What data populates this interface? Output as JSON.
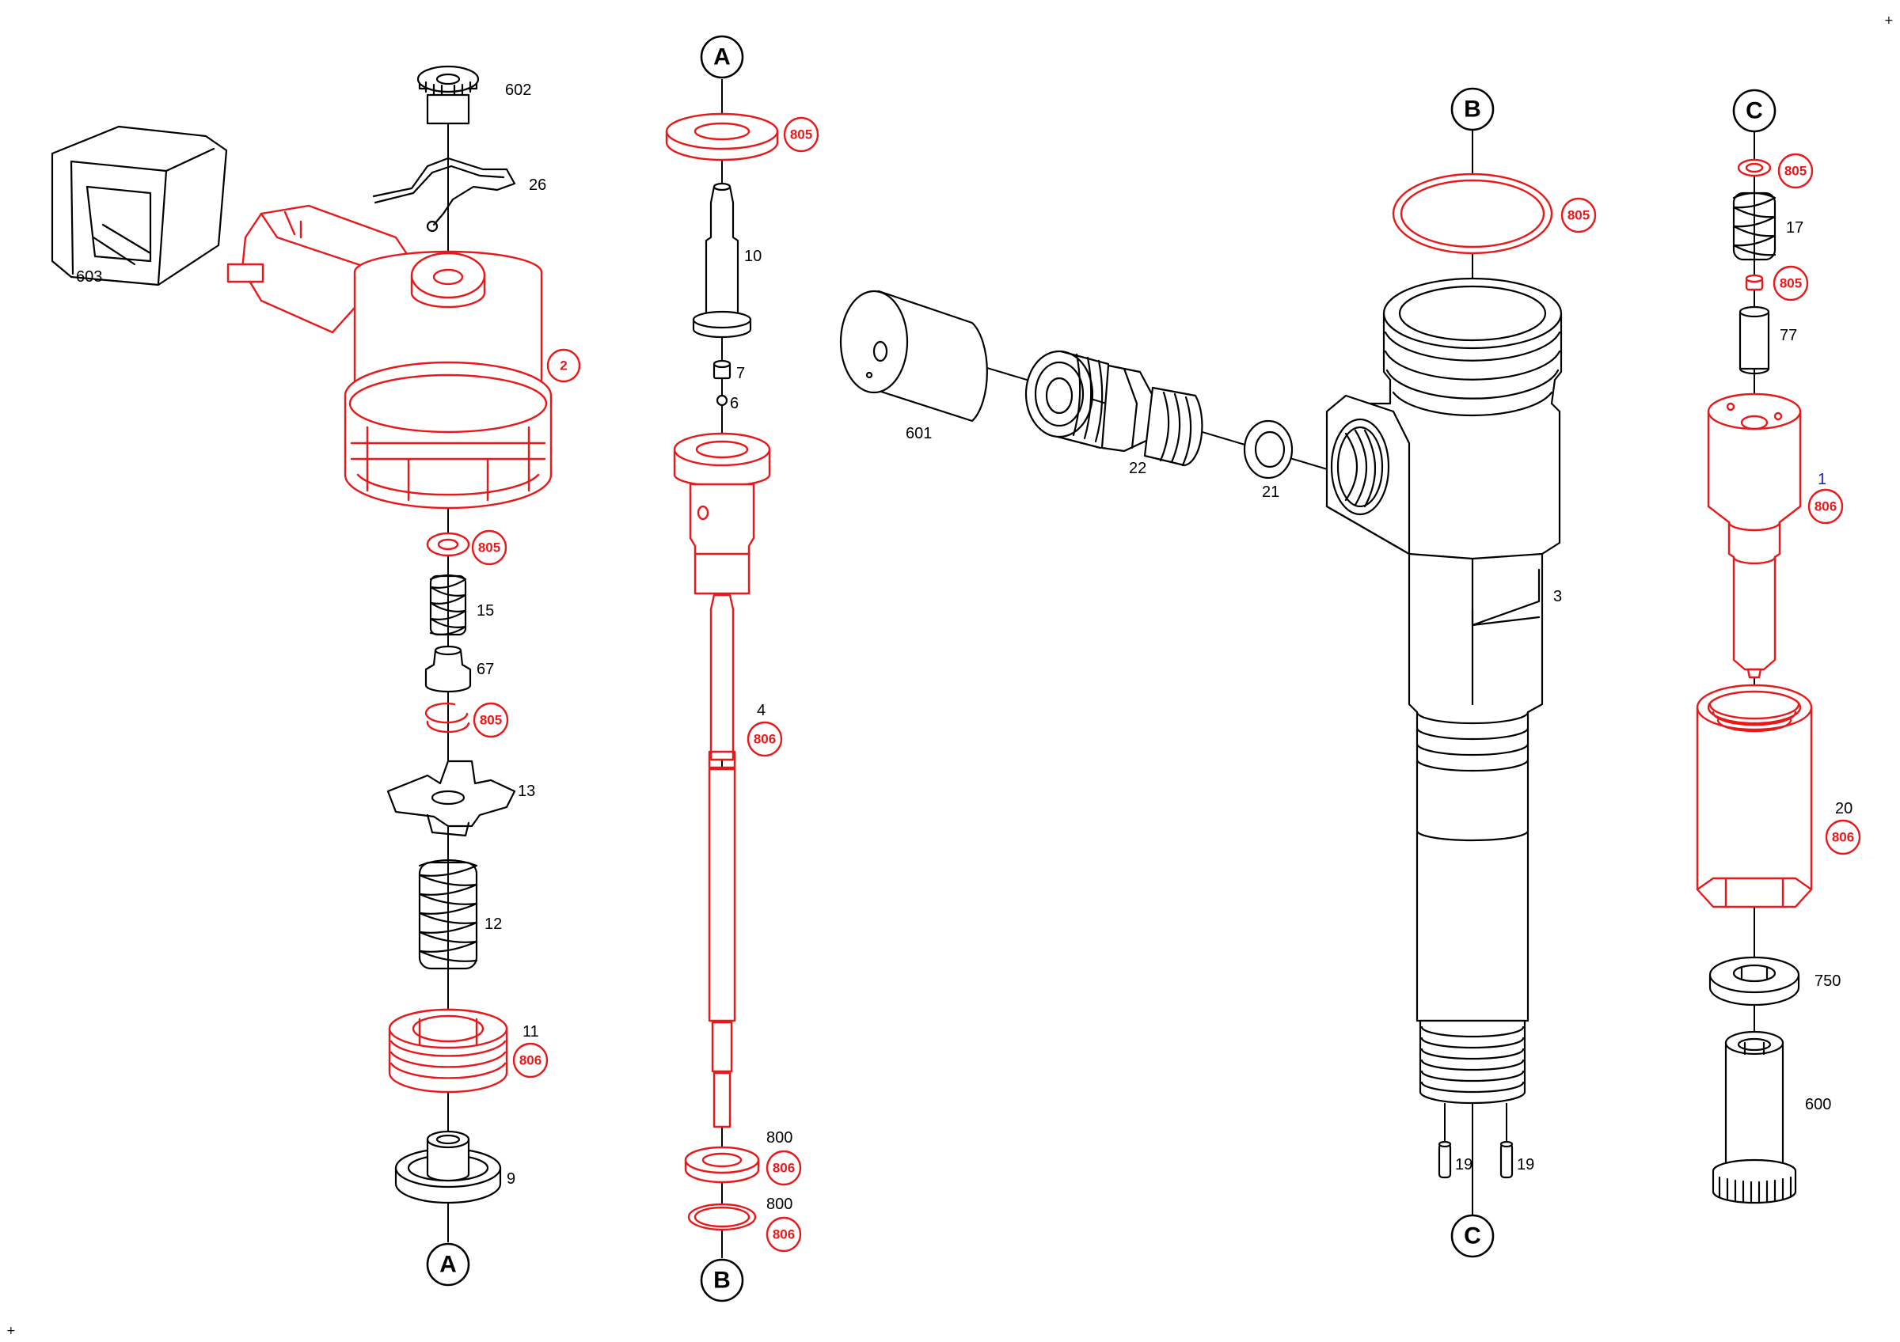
{
  "connectors": {
    "a": "A",
    "b": "B",
    "c": "C"
  },
  "parts": {
    "p602": "602",
    "p26": "26",
    "p603": "603",
    "p2": "2",
    "p805": "805",
    "p15": "15",
    "p67": "67",
    "p13": "13",
    "p12": "12",
    "p11": "11",
    "p806": "806",
    "p9": "9",
    "p10": "10",
    "p7": "7",
    "p6": "6",
    "p4": "4",
    "p800": "800",
    "p601": "601",
    "p22": "22",
    "p21": "21",
    "p3": "3",
    "p19": "19",
    "p17": "17",
    "p77": "77",
    "p1": "1",
    "p20": "20",
    "p750": "750",
    "p600": "600"
  },
  "colors": {
    "highlight": "#e8191a",
    "line": "#000000",
    "callout_blue": "#1a1ae0"
  },
  "corner_marks": {
    "plus": "+"
  }
}
